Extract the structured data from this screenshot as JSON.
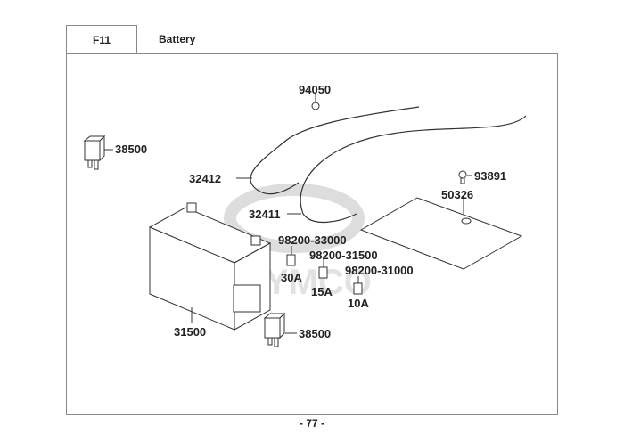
{
  "header": {
    "code": "F11",
    "title": "Battery"
  },
  "page_number": "- 77 -",
  "watermark": "KYMCO",
  "parts": [
    {
      "id": "relay-top",
      "number": "38500"
    },
    {
      "id": "nut",
      "number": "94050"
    },
    {
      "id": "cable-neg",
      "number": "32412"
    },
    {
      "id": "cable-pos",
      "number": "32411"
    },
    {
      "id": "bolt",
      "number": "93891"
    },
    {
      "id": "cover",
      "number": "50326"
    },
    {
      "id": "fuse-30",
      "number": "98200-33000",
      "rating": "30A"
    },
    {
      "id": "fuse-15",
      "number": "98200-31500",
      "rating": "15A"
    },
    {
      "id": "fuse-10",
      "number": "98200-31000",
      "rating": "10A"
    },
    {
      "id": "battery",
      "number": "31500"
    },
    {
      "id": "relay-bottom",
      "number": "38500"
    }
  ]
}
